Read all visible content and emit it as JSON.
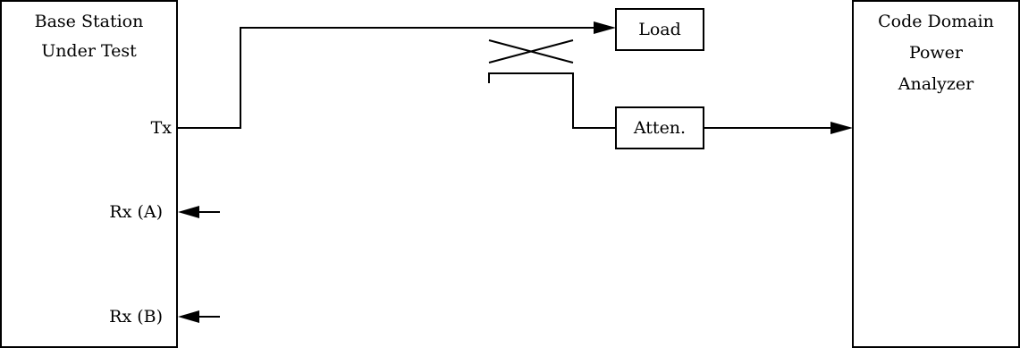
{
  "base_station": {
    "title_line1": "Base Station",
    "title_line2": "Under Test",
    "tx_label": "Tx",
    "rx_a_label": "Rx (A)",
    "rx_b_label": "Rx (B)"
  },
  "load": {
    "label": "Load"
  },
  "attenuator": {
    "label": "Atten."
  },
  "analyzer": {
    "line1": "Code Domain",
    "line2": "Power",
    "line3": "Analyzer"
  },
  "colors": {
    "stroke": "#000000",
    "background": "#ffffff"
  }
}
